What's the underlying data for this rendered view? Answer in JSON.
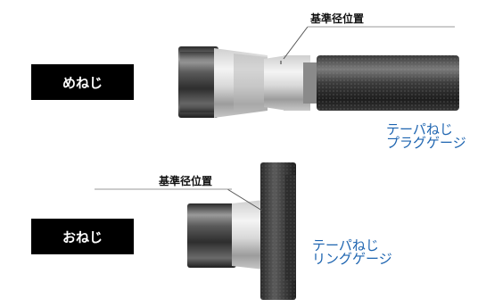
{
  "labels": {
    "female_thread": "めねじ",
    "male_thread": "おねじ"
  },
  "callouts": {
    "top": "基準径位置",
    "bottom": "基準径位置"
  },
  "captions": {
    "plug_line1": "テーパねじ",
    "plug_line2": "プラグゲージ",
    "ring_line1": "テーパねじ",
    "ring_line2": "リングゲージ"
  },
  "colors": {
    "caption_blue": "#1d64b0",
    "label_bg": "#000000"
  }
}
